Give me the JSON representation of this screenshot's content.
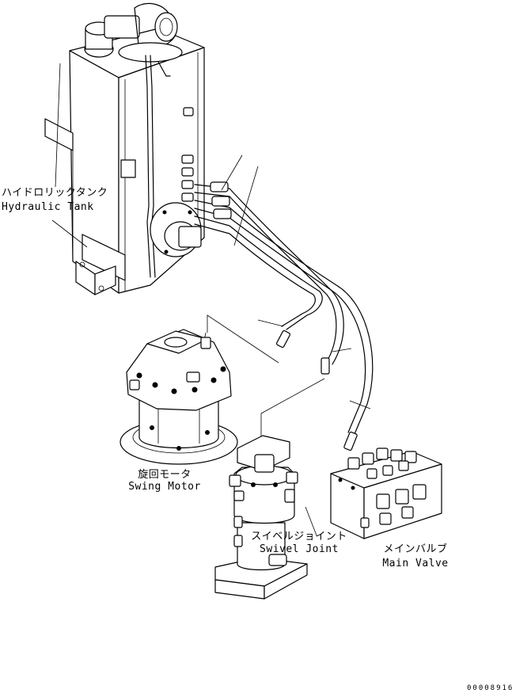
{
  "parts": {
    "hydraulic_tank": {
      "label_jp": "ハイドロリックタンク",
      "label_en": "Hydraulic Tank"
    },
    "swing_motor": {
      "label_jp": "旋回モータ",
      "label_en": "Swing Motor"
    },
    "swivel_joint": {
      "label_jp": "スイベルジョイント",
      "label_en": "Swivel Joint"
    },
    "main_valve": {
      "label_jp": "メインバルブ",
      "label_en": "Main Valve"
    }
  },
  "document_number": "00008916"
}
